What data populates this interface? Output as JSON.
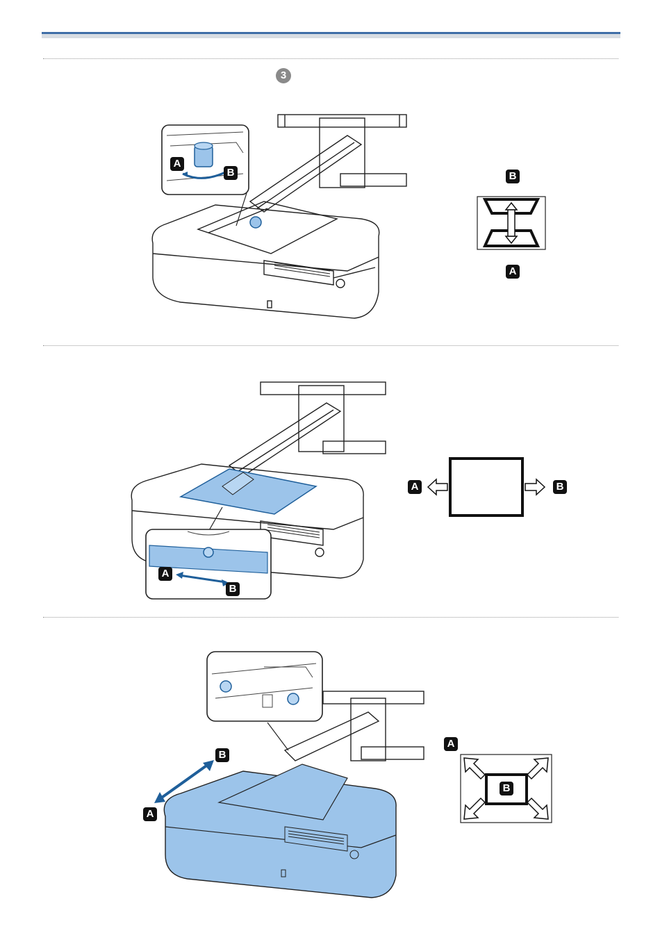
{
  "header": {
    "step_number": "3"
  },
  "callouts": {
    "a": "A",
    "b": "B"
  },
  "colors": {
    "accent_blue": "#3f6ea7",
    "highlight_blue": "#9cc4ea",
    "arrow_blue": "#1f5f9a"
  },
  "sections": [
    {
      "id": "tilt-adjustment",
      "figure": "projector-mount-dial",
      "diagram": "keystone-vertical-shape",
      "labels": [
        "A",
        "B"
      ]
    },
    {
      "id": "horizontal-slide",
      "figure": "projector-mount-slide-plate",
      "diagram": "screen-left-right",
      "labels": [
        "A",
        "B"
      ]
    },
    {
      "id": "distance-zoom",
      "figure": "projector-mount-distance",
      "diagram": "screen-size-change",
      "labels": [
        "A",
        "B"
      ]
    }
  ]
}
